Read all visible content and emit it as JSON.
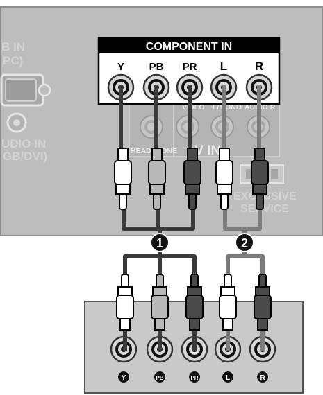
{
  "panel": {
    "top_left_ports": {
      "rgb_in_line1": "B IN",
      "rgb_in_line2": "PC)",
      "audio_in_line1": "UDIO IN",
      "audio_in_line2": "GB/DVI)"
    },
    "component_in": {
      "title": "COMPONENT IN",
      "jacks": [
        "Y",
        "PB",
        "PR",
        "L",
        "R"
      ]
    },
    "av_in": {
      "title": "AV IN",
      "sub_labels": [
        "HEADPHONE",
        "VIDEO",
        "L/MONO",
        "AUDIO R"
      ]
    },
    "exclusive_service": {
      "line1": "EXCLUSIVE",
      "line2": "SERVICE"
    }
  },
  "callouts": {
    "one": "1",
    "two": "2"
  },
  "device": {
    "outputs": [
      "Y",
      "PB",
      "PR",
      "L",
      "R"
    ]
  },
  "colors": {
    "panel_bg": "#bdbdbd",
    "box_bg": "#c9c9c9",
    "cable_dark": "#3a3a3a",
    "cable_mid": "#7c7c7c",
    "plug_white": "#ffffff",
    "plug_gray": "#b8b8b8",
    "plug_dark": "#4a4a4a"
  }
}
